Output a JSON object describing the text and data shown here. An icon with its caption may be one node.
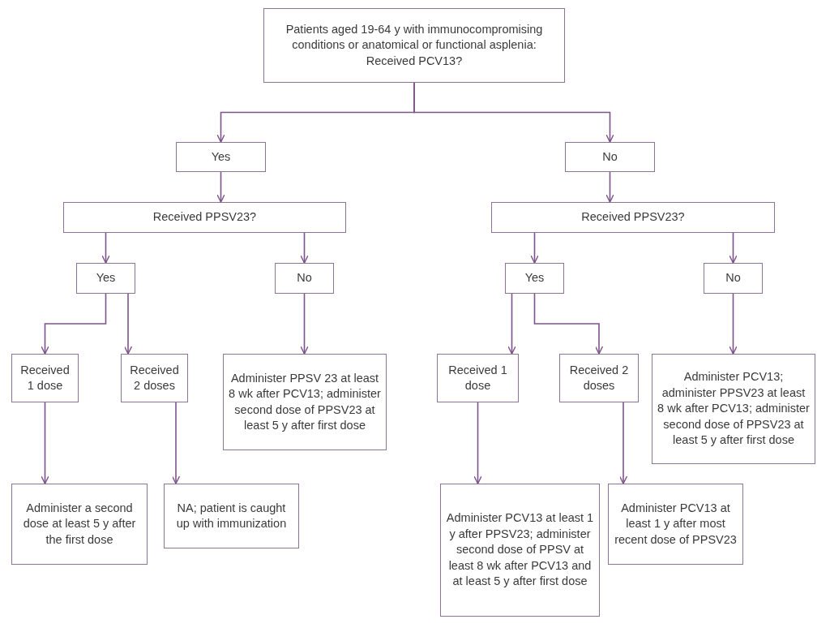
{
  "diagram": {
    "nodes": [
      {
        "text": [
          "Patients aged 19-64 y with immunocompromising conditions or anatomical or functional asplenia: Received PCV13?"
        ]
      },
      {
        "text": [
          "Yes"
        ]
      },
      {
        "text": [
          "No"
        ]
      },
      {
        "text": [
          "Received PPSV23?"
        ]
      },
      {
        "text": [
          "Received PPSV23?"
        ]
      },
      {
        "text": [
          "Yes"
        ]
      },
      {
        "text": [
          "No"
        ]
      },
      {
        "text": [
          "Yes"
        ]
      },
      {
        "text": [
          "No"
        ]
      },
      {
        "text": [
          "Received 1 dose"
        ]
      },
      {
        "text": [
          "Received 2 doses"
        ]
      },
      {
        "text": [
          "Administer PPSV 23 at least 8 wk after PCV13; administer second dose of PPSV23 at least 5 y after first dose"
        ]
      },
      {
        "text": [
          "Received 1 dose"
        ]
      },
      {
        "text": [
          "Received 2 doses"
        ]
      },
      {
        "text": [
          "Administer PCV13; administer PPSV23 at least 8 wk after PCV13; administer second dose of PPSV23 at least 5 y after first dose"
        ]
      },
      {
        "text": [
          "Administer a second dose at least 5 y after the first dose"
        ]
      },
      {
        "text": [
          "NA; patient is caught up with immunization"
        ]
      },
      {
        "text": [
          "Administer PCV13 at least 1 y after PPSV23; administer second dose of PPSV at least 8 wk after PCV13 and at least 5 y after first dose"
        ]
      },
      {
        "text": [
          "Administer PCV13 at least 1 y after most recent dose of PPSV23"
        ]
      }
    ],
    "edges": [
      {
        "from": 0,
        "to": 1,
        "arrow": "to"
      },
      {
        "from": 0,
        "to": 2,
        "arrow": "to"
      },
      {
        "from": 1,
        "to": 3,
        "arrow": "to"
      },
      {
        "from": 2,
        "to": 4,
        "arrow": "to"
      },
      {
        "from": 3,
        "to": 5,
        "arrow": "to"
      },
      {
        "from": 3,
        "to": 6,
        "arrow": "to"
      },
      {
        "from": 4,
        "to": 7,
        "arrow": "to"
      },
      {
        "from": 4,
        "to": 8,
        "arrow": "to"
      },
      {
        "from": 5,
        "to": 9,
        "arrow": "to"
      },
      {
        "from": 5,
        "to": 10,
        "arrow": "to"
      },
      {
        "from": 6,
        "to": 11,
        "arrow": "to"
      },
      {
        "from": 7,
        "to": 12,
        "arrow": "to"
      },
      {
        "from": 7,
        "to": 13,
        "arrow": "to"
      },
      {
        "from": 8,
        "to": 14,
        "arrow": "to"
      },
      {
        "from": 9,
        "to": 15,
        "arrow": "to"
      },
      {
        "from": 10,
        "to": 16,
        "arrow": "to"
      },
      {
        "from": 12,
        "to": 17,
        "arrow": "to"
      },
      {
        "from": 13,
        "to": 18,
        "arrow": "to"
      }
    ]
  }
}
